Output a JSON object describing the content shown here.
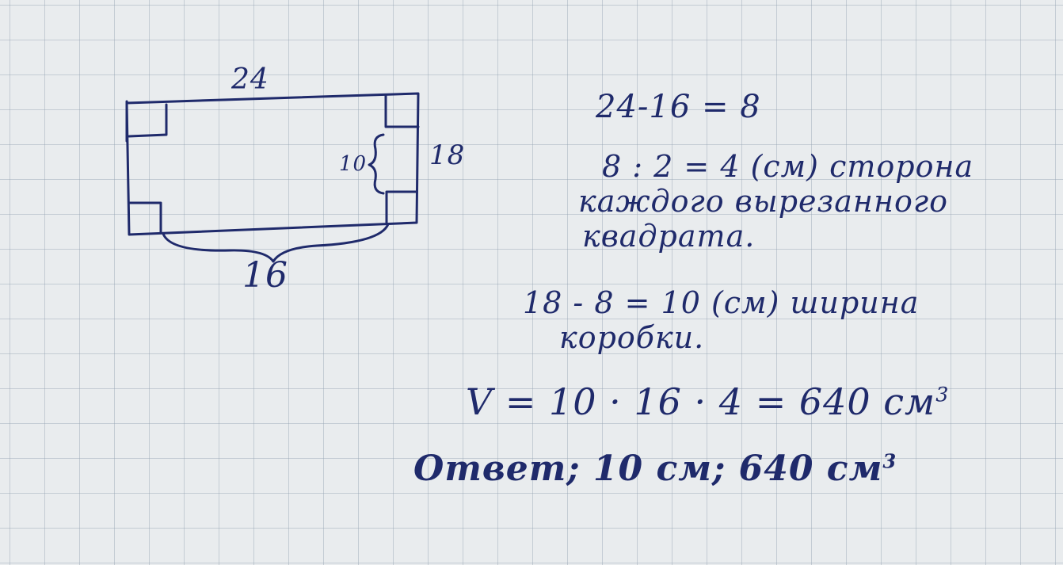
{
  "diagram": {
    "label_top": "24",
    "label_bottom": "16",
    "label_right": "18",
    "label_inner": "10"
  },
  "solution": {
    "line1": "24-16 = 8",
    "line2": "8 : 2 = 4 (см) сторона",
    "line3": "каждого вырезанного",
    "line4": "квадрата.",
    "line5": "18 - 8 = 10 (см) ширина",
    "line6": "коробки.",
    "line7": "V = 10 · 16 · 4 = 640 см",
    "line7_sup": "3",
    "line8": "Ответ; 10 см; 640 см",
    "line8_sup": "3"
  },
  "colors": {
    "ink": "#1f2a6b",
    "grid": "#96a5b4",
    "paper": "#e9ecee"
  }
}
